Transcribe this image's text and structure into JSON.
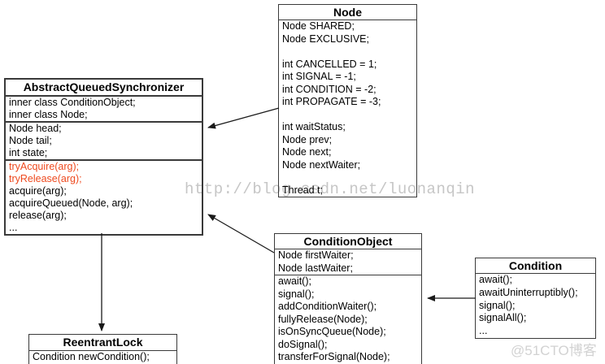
{
  "colors": {
    "highlight": "#ee4a1f",
    "box_border": "#3a3a3a",
    "arrow": "#1a1a1a",
    "watermark_url": "#c6c6c6",
    "watermark_badge": "#d2d2d2"
  },
  "watermarks": {
    "blog_url": "http://blog.csdn.net/luonanqin",
    "site_badge": "@51CTO博客"
  },
  "classes": {
    "node": {
      "title": "Node",
      "members": [
        "Node SHARED;",
        "Node EXCLUSIVE;",
        "",
        "int CANCELLED = 1;",
        "int SIGNAL = -1;",
        "int CONDITION = -2;",
        "int PROPAGATE = -3;",
        "",
        "int waitStatus;",
        "Node prev;",
        "Node next;",
        "Node nextWaiter;",
        "",
        "Thread t;"
      ]
    },
    "aqs": {
      "title": "AbstractQueuedSynchronizer",
      "inner_classes": [
        "inner class ConditionObject;",
        "inner class Node;"
      ],
      "fields": [
        "Node head;",
        "Node tail;",
        "int state;"
      ],
      "methods": [
        "tryAcquire(arg);",
        "tryRelease(arg);",
        "acquire(arg);",
        "acquireQueued(Node, arg);",
        "release(arg);",
        "..."
      ]
    },
    "condition_object": {
      "title": "ConditionObject",
      "fields": [
        "Node firstWaiter;",
        "Node lastWaiter;"
      ],
      "methods": [
        "await();",
        "signal();",
        "addConditionWaiter();",
        "fullyRelease(Node);",
        "isOnSyncQueue(Node);",
        "doSignal();",
        "transferForSignal(Node);"
      ]
    },
    "condition": {
      "title": "Condition",
      "methods": [
        "await();",
        "awaitUninterruptibly();",
        "signal();",
        "signalAll();",
        "..."
      ]
    },
    "reentrant_lock": {
      "title": "ReentrantLock",
      "members": [
        "Condition newCondition();"
      ]
    }
  }
}
